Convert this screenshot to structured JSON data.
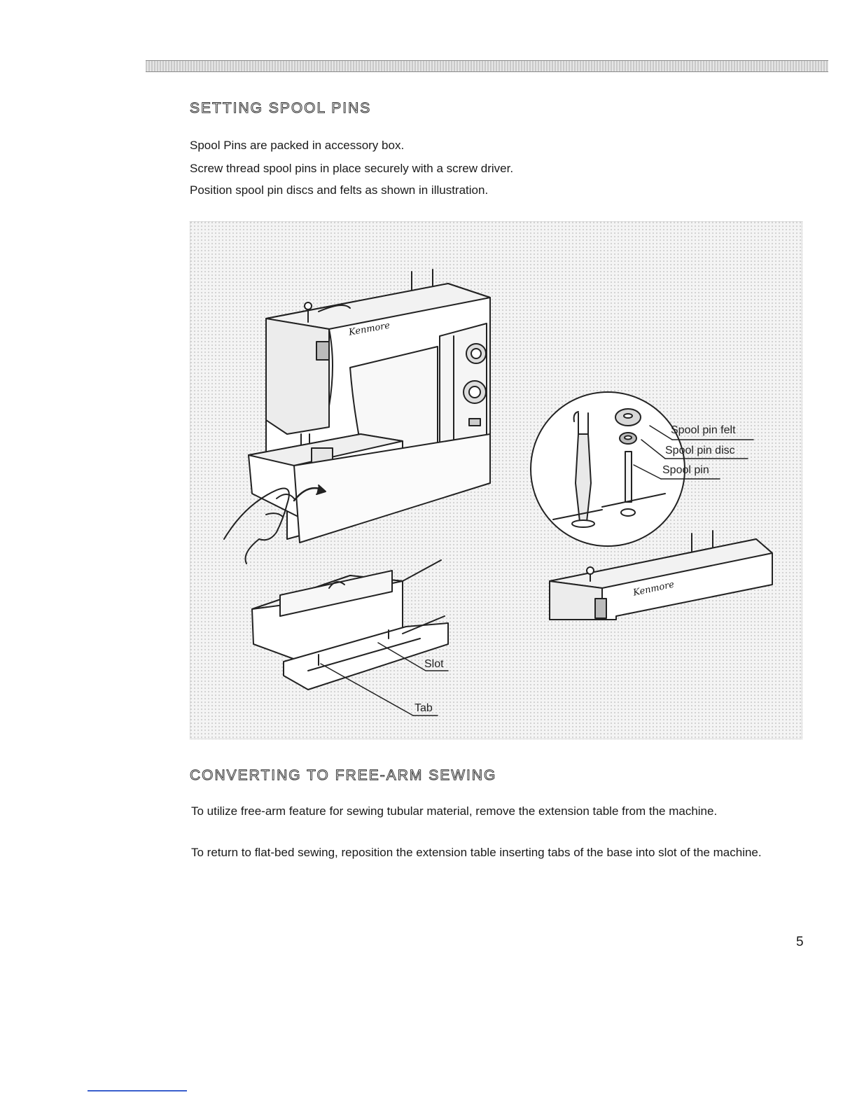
{
  "section1": {
    "title": "SETTING SPOOL PINS",
    "lines": [
      "Spool Pins are packed in accessory box.",
      "Screw thread spool pins in place securely with a screw driver.",
      "Position spool pin discs and felts as shown in illustration."
    ]
  },
  "illustration": {
    "brand_main": "Kenmore",
    "brand_detail": "Kenmore",
    "labels": {
      "felt": "Spool pin felt",
      "disc": "Spool pin disc",
      "pin": "Spool pin",
      "slot": "Slot",
      "tab": "Tab"
    }
  },
  "section2": {
    "title": "CONVERTING TO FREE-ARM SEWING",
    "paragraphs": [
      "To utilize free-arm feature for sewing tubular material, remove the extension table from the machine.",
      "To return to flat-bed sewing, reposition the extension table inserting tabs of the base into slot of the machine."
    ]
  },
  "page_number": "5"
}
